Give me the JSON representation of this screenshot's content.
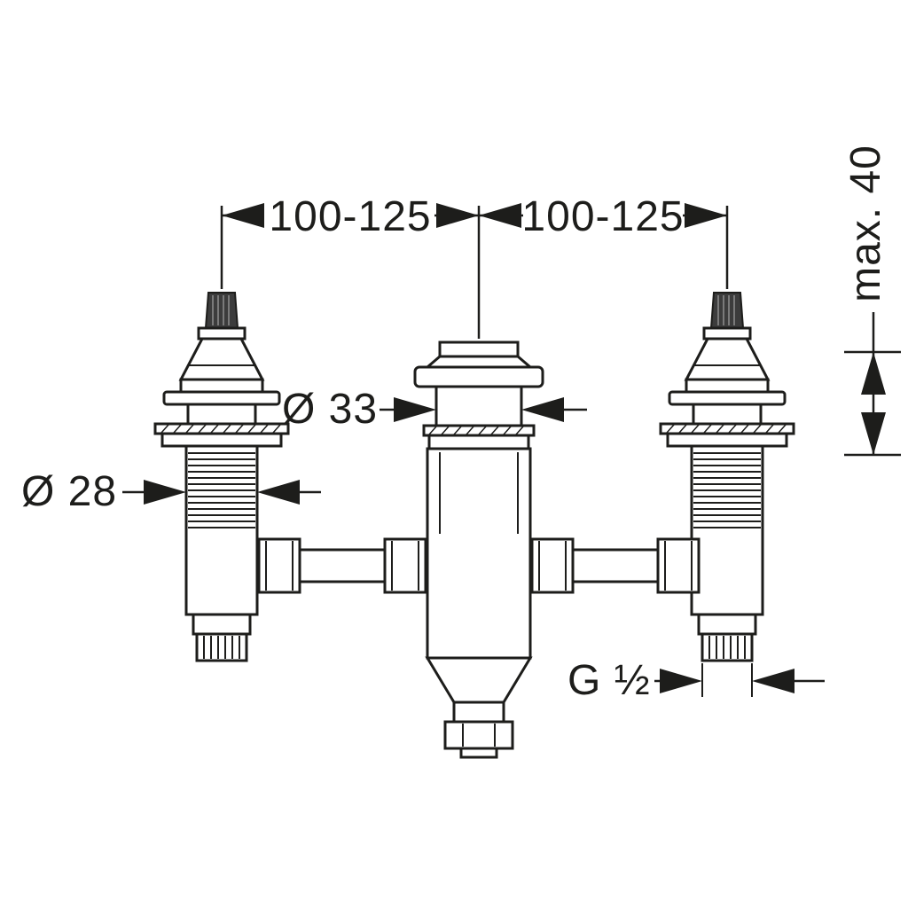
{
  "diagram": {
    "type": "technical-installation-drawing",
    "subject": "3-hole-basin-mixer-rough-in-set",
    "background": "#ffffff",
    "line_color": "#1d1d1b",
    "dimensions": {
      "top_left_span": "100-125",
      "top_right_span": "100-125",
      "max_depth": "max. 40",
      "center_diameter": "Ø 33",
      "left_diameter": "Ø 28",
      "bottom_thread": "G ½"
    }
  }
}
